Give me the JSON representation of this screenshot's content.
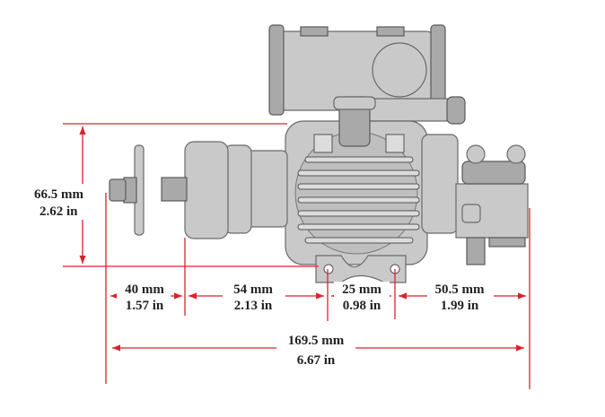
{
  "diagram": {
    "colors": {
      "dimension_line": "#d9232e",
      "engine": "#c9c9c9"
    },
    "height": {
      "mm": "66.5 mm",
      "in": "2.62 in"
    },
    "segments": [
      {
        "mm": "40 mm",
        "in": "1.57 in"
      },
      {
        "mm": "54 mm",
        "in": "2.13 in"
      },
      {
        "mm": "25 mm",
        "in": "0.98 in"
      },
      {
        "mm": "50.5 mm",
        "in": "1.99 in"
      }
    ],
    "total": {
      "mm": "169.5 mm",
      "in": "6.67 in"
    }
  }
}
